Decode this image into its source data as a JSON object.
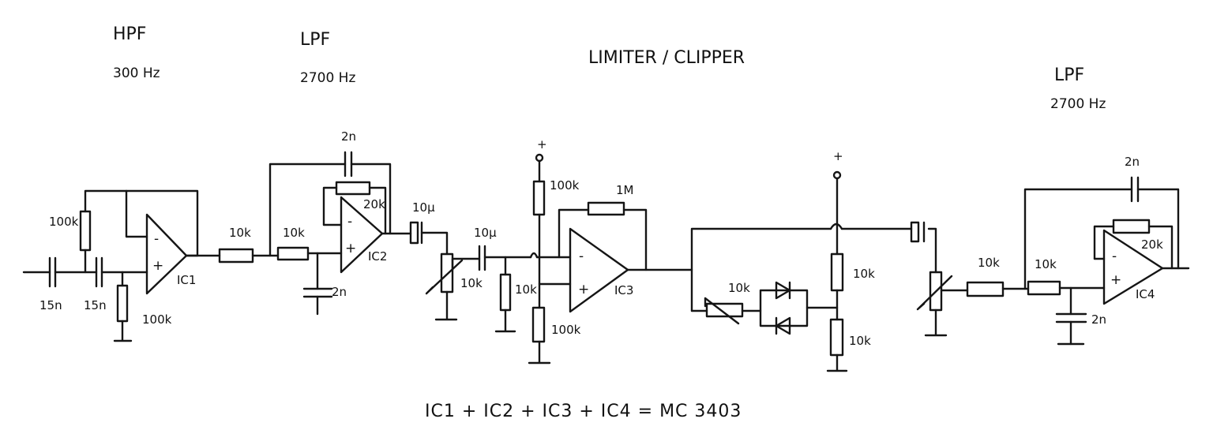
{
  "sections": {
    "hpf": "HPF",
    "hpf_freq": "300 Hz",
    "lpf1": "LPF",
    "lpf1_freq": "2700 Hz",
    "limiter": "LIMITER / CLIPPER",
    "lpf2": "LPF",
    "lpf2_freq": "2700 Hz"
  },
  "components": {
    "c_in": "15n",
    "c_hpf2": "15n",
    "r_hpf_fb": "100k",
    "r_hpf_gnd": "100k",
    "ic1": "IC1",
    "r_lpf1_a": "10k",
    "r_lpf1_b": "10k",
    "c_lpf1_fb": "2n",
    "r_lpf1_fb": "20k",
    "c_lpf1_gnd": "2n",
    "ic2": "IC2",
    "c_cpl1": "10µ",
    "pot_1": "10k",
    "c_cpl2": "10µ",
    "r_in3": "10k",
    "r_bias_top": "100k",
    "r_bias_bot": "100k",
    "r_fb3": "1M",
    "ic3": "IC3",
    "pot_clip": "10k",
    "r_div_top": "10k",
    "r_div_bot": "10k",
    "pot_out": "",
    "r_lpf2_a": "10k",
    "r_lpf2_b": "10k",
    "c_lpf2_fb": "2n",
    "r_lpf2_fb": "20k",
    "c_lpf2_gnd": "2n",
    "ic4": "IC4"
  },
  "supply": {
    "plus1": "+",
    "plus2": "+"
  },
  "opamp_pins": {
    "minus": "-",
    "plus": "+"
  },
  "footer": "IC1 + IC2 + IC3 + IC4 = MC 3403"
}
